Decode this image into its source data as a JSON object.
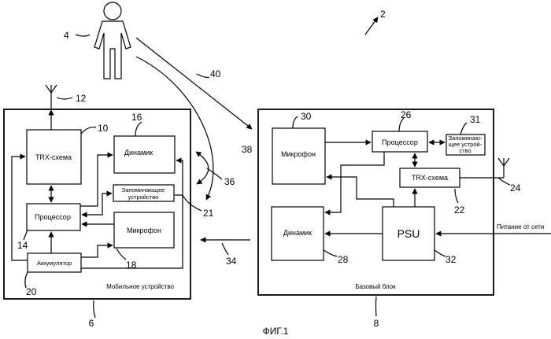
{
  "figure": {
    "caption": "ФИГ.1",
    "system_ref": "2",
    "user_ref": "4"
  },
  "mobile": {
    "ref": "6",
    "caption": "Мобильное устройство",
    "antenna_ref": "12",
    "trx": {
      "label": "TRX-схема",
      "ref": "10"
    },
    "speaker": {
      "label": "Динамик",
      "ref": "16"
    },
    "memory": {
      "line1": "Запоминающее",
      "line2": "устройство",
      "ref": "21"
    },
    "processor": {
      "label": "Процессор",
      "ref": "14"
    },
    "microphone": {
      "label": "Микрофон",
      "ref": "18"
    },
    "battery": {
      "label": "Аккумулятор",
      "ref": "20"
    }
  },
  "base": {
    "ref": "8",
    "caption": "Базовый блок",
    "microphone": {
      "label": "Микрофон",
      "ref": "30"
    },
    "processor": {
      "label": "Процессор",
      "ref": "26"
    },
    "memory": {
      "line1": "Запоминаю-",
      "line2": "щее устрой-",
      "line3": "ство",
      "ref": "31"
    },
    "trx": {
      "label": "TRX-схема",
      "ref": "22"
    },
    "antenna_ref": "24",
    "speaker": {
      "label": "Динамик",
      "ref": "28"
    },
    "psu": {
      "label": "PSU",
      "ref": "32"
    },
    "mains_label": "Питание от сети"
  },
  "links": {
    "voice_path_ref": "40",
    "acoustic_ref": "38",
    "speaker_path_ref": "36",
    "wireless_ref": "34"
  }
}
